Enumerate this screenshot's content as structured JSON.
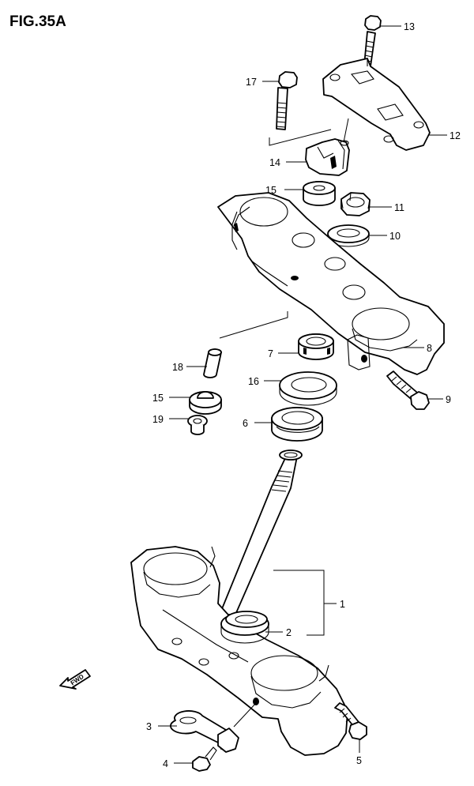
{
  "figure": {
    "title": "FIG.35A"
  },
  "fwd_label": "FWD",
  "callouts": [
    {
      "id": "c13",
      "name": "callout-13",
      "label": "13"
    },
    {
      "id": "c17",
      "name": "callout-17",
      "label": "17"
    },
    {
      "id": "c12",
      "name": "callout-12",
      "label": "12"
    },
    {
      "id": "c14",
      "name": "callout-14",
      "label": "14"
    },
    {
      "id": "c15a",
      "name": "callout-15-upper",
      "label": "15"
    },
    {
      "id": "c11",
      "name": "callout-11",
      "label": "11"
    },
    {
      "id": "c10",
      "name": "callout-10",
      "label": "10"
    },
    {
      "id": "c7",
      "name": "callout-7",
      "label": "7"
    },
    {
      "id": "c8",
      "name": "callout-8",
      "label": "8"
    },
    {
      "id": "c18",
      "name": "callout-18",
      "label": "18"
    },
    {
      "id": "c16",
      "name": "callout-16",
      "label": "16"
    },
    {
      "id": "c9",
      "name": "callout-9",
      "label": "9"
    },
    {
      "id": "c15b",
      "name": "callout-15-lower",
      "label": "15"
    },
    {
      "id": "c19",
      "name": "callout-19",
      "label": "19"
    },
    {
      "id": "c6",
      "name": "callout-6",
      "label": "6"
    },
    {
      "id": "c1",
      "name": "callout-1",
      "label": "1"
    },
    {
      "id": "c2",
      "name": "callout-2",
      "label": "2"
    },
    {
      "id": "c3",
      "name": "callout-3",
      "label": "3"
    },
    {
      "id": "c4",
      "name": "callout-4",
      "label": "4"
    },
    {
      "id": "c5",
      "name": "callout-5",
      "label": "5"
    }
  ]
}
